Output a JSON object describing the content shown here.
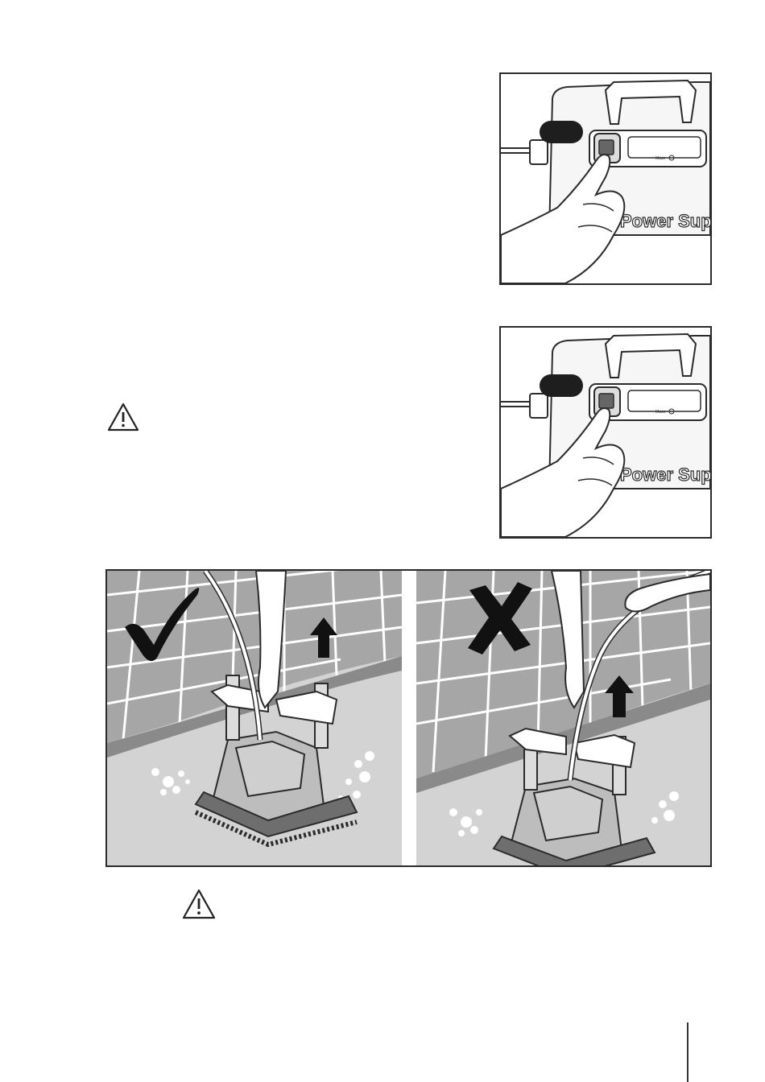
{
  "power_supply_panel_top": {
    "device_label": "Power Supply",
    "small_label": "Mass"
  },
  "power_supply_panel_bottom": {
    "device_label": "Power Supply",
    "small_label": "Mass"
  },
  "lift_illustration": {
    "correct_symbol": "check-mark-icon",
    "incorrect_symbol": "x-mark-icon"
  },
  "colors": {
    "outline": "#2b2b2b",
    "floor": "#d3d3d3",
    "tile_wall": "#a6a6a6",
    "button_pill": "#1e1e1e"
  }
}
